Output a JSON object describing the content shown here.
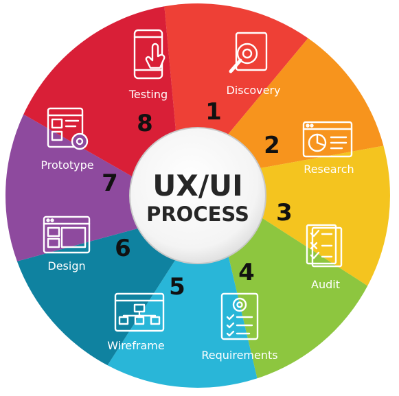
{
  "center": {
    "line1": "UX/UI",
    "line2": "PROCESS"
  },
  "segments": [
    {
      "number": "1",
      "label": "Discovery",
      "icon": "discovery-magnifier-gear-icon",
      "color": "#ee4036"
    },
    {
      "number": "2",
      "label": "Research",
      "icon": "research-browser-chart-icon",
      "color": "#f7941d"
    },
    {
      "number": "3",
      "label": "Audit",
      "icon": "audit-checklist-icon",
      "color": "#f4c41f"
    },
    {
      "number": "4",
      "label": "Requirements",
      "icon": "requirements-document-gear-icon",
      "color": "#8dc63f"
    },
    {
      "number": "5",
      "label": "Wireframe",
      "icon": "wireframe-flowchart-icon",
      "color": "#29b6d8"
    },
    {
      "number": "6",
      "label": "Design",
      "icon": "design-layout-window-icon",
      "color": "#0f82a0"
    },
    {
      "number": "7",
      "label": "Prototype",
      "icon": "prototype-window-gear-icon",
      "color": "#8e4a9e"
    },
    {
      "number": "8",
      "label": "Testing",
      "icon": "testing-phone-touch-icon",
      "color": "#d91f37"
    }
  ]
}
